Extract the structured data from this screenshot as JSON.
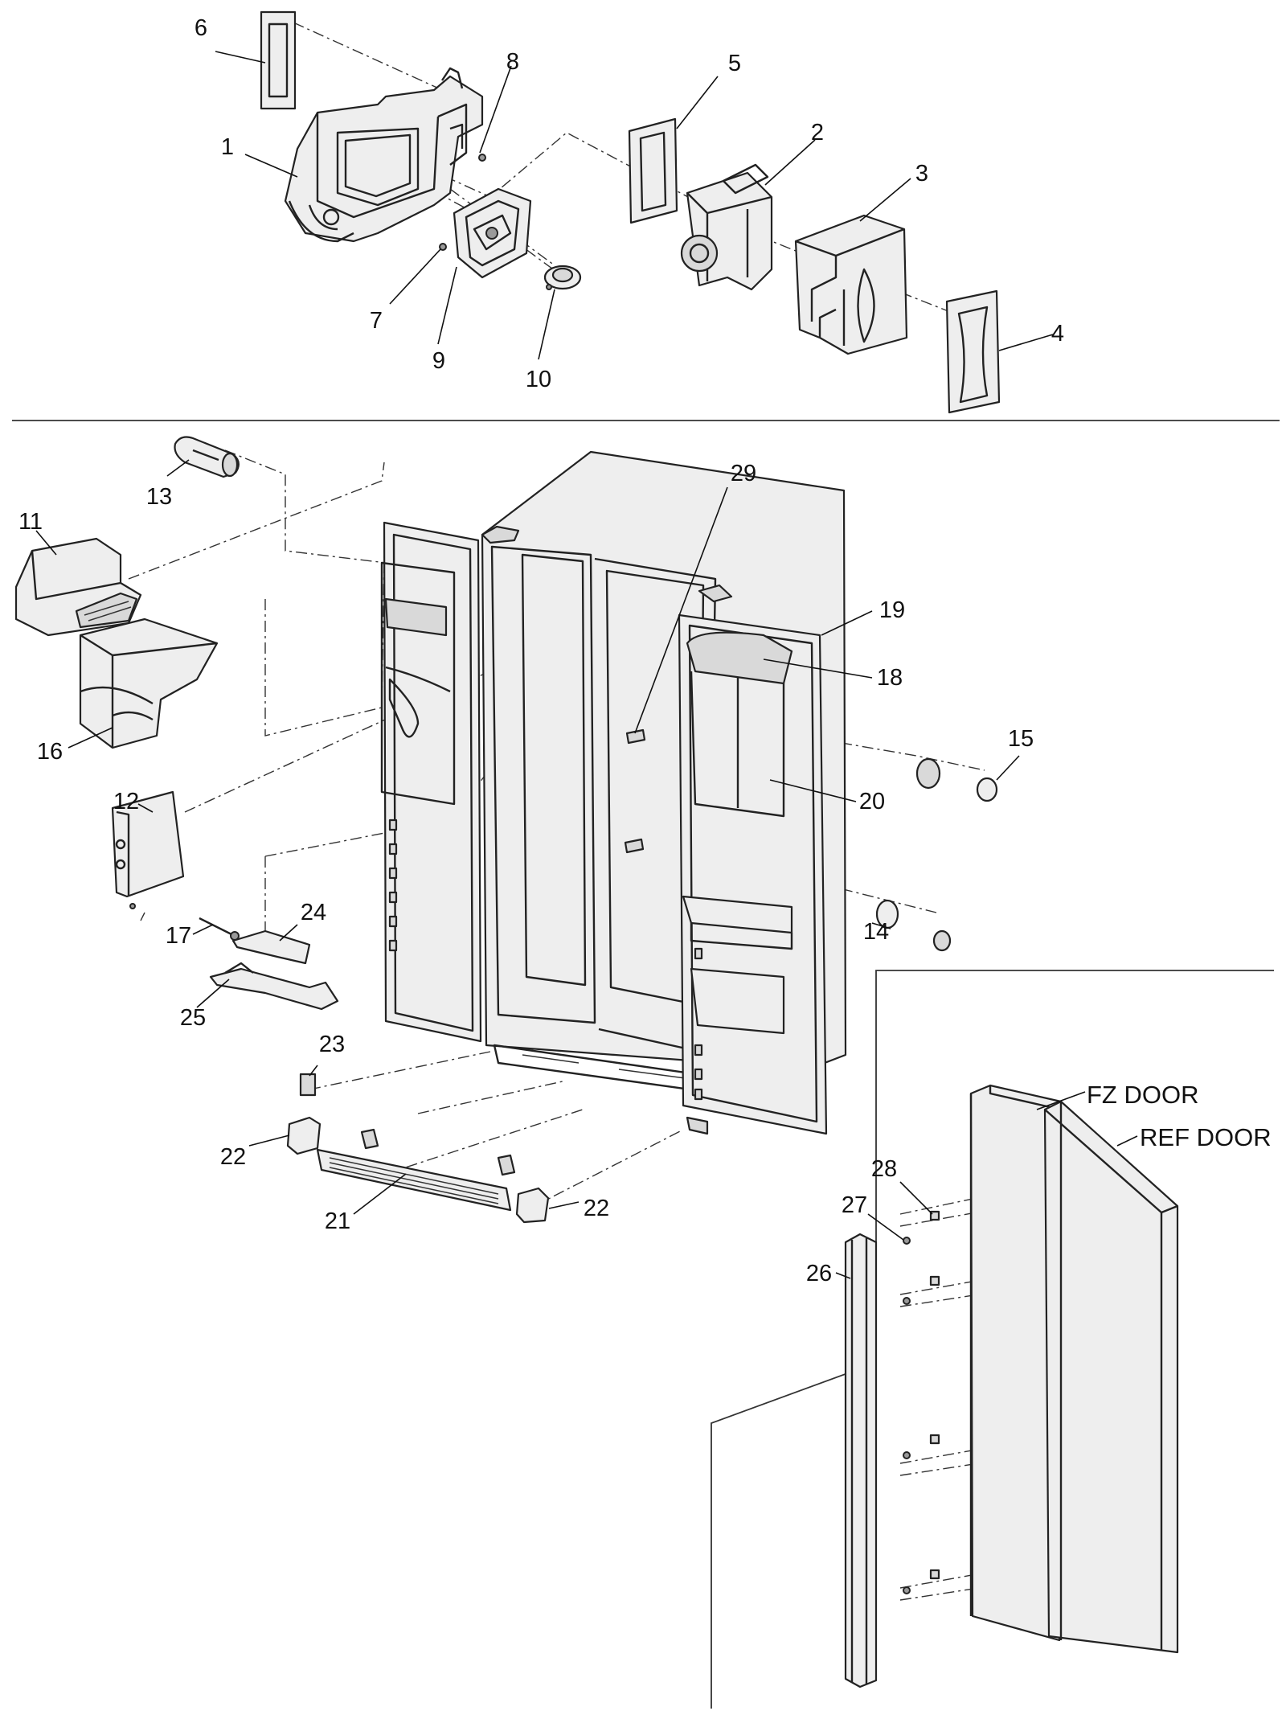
{
  "callouts": {
    "c1": "1",
    "c2": "2",
    "c3": "3",
    "c4": "4",
    "c5": "5",
    "c6": "6",
    "c7": "7",
    "c8": "8",
    "c9": "9",
    "c10": "10",
    "c11": "11",
    "c12": "12",
    "c13": "13",
    "c14": "14",
    "c15": "15",
    "c16": "16",
    "c17": "17",
    "c18": "18",
    "c19": "19",
    "c20": "20",
    "c21": "21",
    "c22a": "22",
    "c22b": "22",
    "c23": "23",
    "c24": "24",
    "c25": "25",
    "c26": "26",
    "c27": "27",
    "c28": "28",
    "c29": "29"
  },
  "door_labels": {
    "fz_door": "FZ DOOR",
    "ref_door": "REF DOOR"
  }
}
